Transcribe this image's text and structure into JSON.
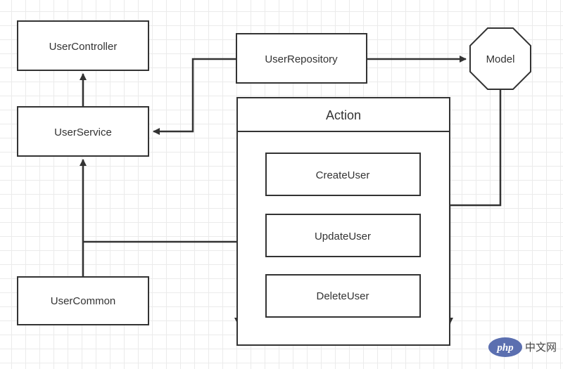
{
  "nodes": {
    "user_controller": "UserController",
    "user_repository": "UserRepository",
    "model": "Model",
    "user_service": "UserService",
    "action": "Action",
    "create_user": "CreateUser",
    "update_user": "UpdateUser",
    "delete_user": "DeleteUser",
    "user_common": "UserCommon"
  },
  "watermark": {
    "logo_text": "php",
    "site_text": "中文网"
  },
  "colors": {
    "stroke": "#333333",
    "grid": "#ebebeb",
    "logo": "#5b6fb0"
  }
}
